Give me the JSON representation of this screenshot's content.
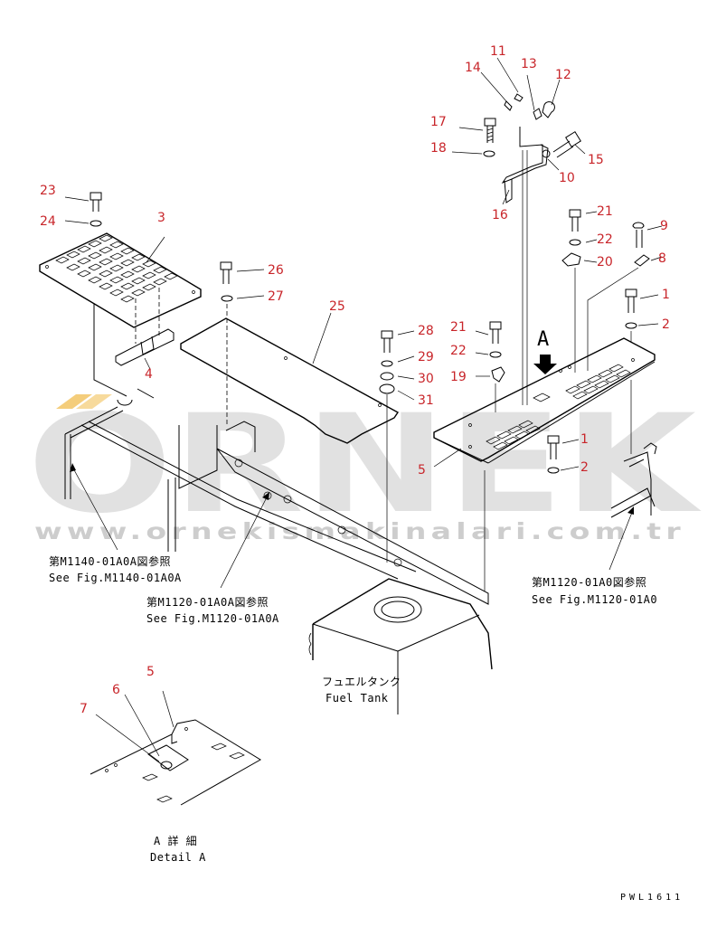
{
  "callouts": [
    {
      "id": "c11",
      "text": "11"
    },
    {
      "id": "c14",
      "text": "14"
    },
    {
      "id": "c13",
      "text": "13"
    },
    {
      "id": "c12",
      "text": "12"
    },
    {
      "id": "c17",
      "text": "17"
    },
    {
      "id": "c18",
      "text": "18"
    },
    {
      "id": "c15",
      "text": "15"
    },
    {
      "id": "c10",
      "text": "10"
    },
    {
      "id": "c16",
      "text": "16"
    },
    {
      "id": "c23",
      "text": "23"
    },
    {
      "id": "c24",
      "text": "24"
    },
    {
      "id": "c3",
      "text": "3"
    },
    {
      "id": "c21a",
      "text": "21"
    },
    {
      "id": "c9",
      "text": "9"
    },
    {
      "id": "c22a",
      "text": "22"
    },
    {
      "id": "c20",
      "text": "20"
    },
    {
      "id": "c8",
      "text": "8"
    },
    {
      "id": "c26",
      "text": "26"
    },
    {
      "id": "c27",
      "text": "27"
    },
    {
      "id": "c1a",
      "text": "1"
    },
    {
      "id": "c2a",
      "text": "2"
    },
    {
      "id": "c25",
      "text": "25"
    },
    {
      "id": "c28",
      "text": "28"
    },
    {
      "id": "c21b",
      "text": "21"
    },
    {
      "id": "c29",
      "text": "29"
    },
    {
      "id": "c22b",
      "text": "22"
    },
    {
      "id": "c30",
      "text": "30"
    },
    {
      "id": "c19",
      "text": "19"
    },
    {
      "id": "c31",
      "text": "31"
    },
    {
      "id": "c4",
      "text": "4"
    },
    {
      "id": "c1b",
      "text": "1"
    },
    {
      "id": "c5a",
      "text": "5"
    },
    {
      "id": "c2b",
      "text": "2"
    },
    {
      "id": "c5b",
      "text": "5"
    },
    {
      "id": "c6",
      "text": "6"
    },
    {
      "id": "c7",
      "text": "7"
    }
  ],
  "notes": {
    "view_a": "A",
    "ref_m1140_jp": "第M1140-01A0A図参照",
    "ref_m1140_en": "See Fig.M1140-01A0A",
    "ref_m1120a_jp": "第M1120-01A0A図参照",
    "ref_m1120a_en": "See Fig.M1120-01A0A",
    "ref_m1120_jp": "第M1120-01A0図参照",
    "ref_m1120_en": "See Fig.M1120-01A0",
    "fuel_tank_jp": "フュエルタンク",
    "fuel_tank_en": "Fuel Tank",
    "detail_a_jp": "A 詳 細",
    "detail_a_en": "Detail A",
    "drawing_code": "PWL1611"
  },
  "watermark": {
    "brand": "ORNEK",
    "url": "www.ornekismakinalari.com.tr"
  },
  "colors": {
    "callout": "#c8252a",
    "line": "#000000",
    "watermark": "#c9c9c9"
  }
}
